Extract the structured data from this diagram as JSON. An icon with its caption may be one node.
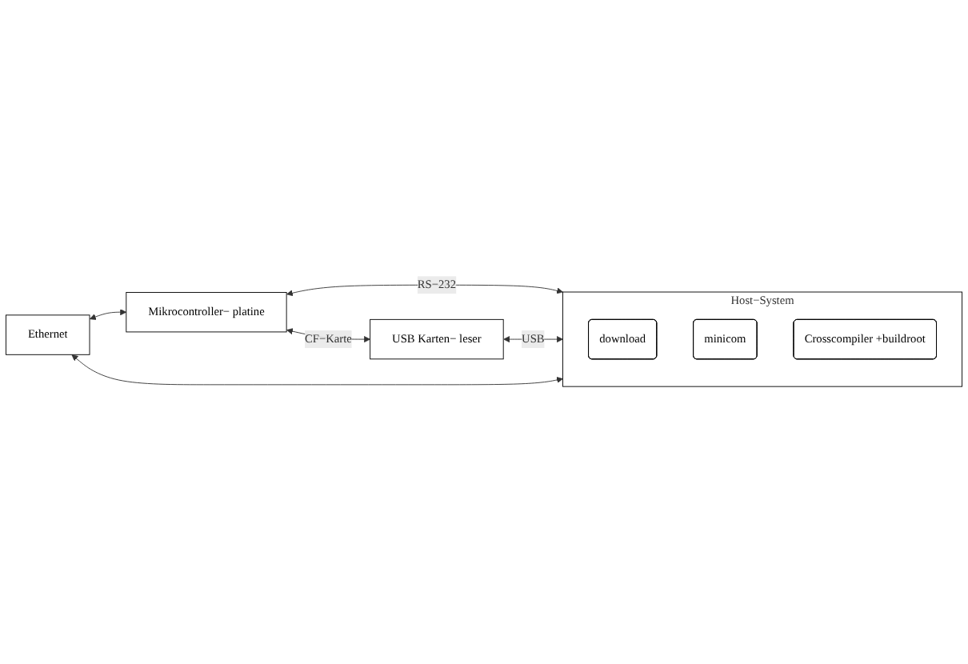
{
  "diagram": {
    "nodes": [
      {
        "text": [
          "Ethernet"
        ]
      },
      {
        "text": [
          "Mikrocontroller− platine"
        ]
      },
      {
        "text": [
          "USB Karten− leser"
        ]
      },
      {
        "text": [
          "Host−System"
        ]
      },
      {
        "text": [
          "download"
        ],
        "in": 3
      },
      {
        "text": [
          "minicom"
        ],
        "in": 3
      },
      {
        "text": [
          "Crosscompiler +buildroot"
        ],
        "in": 3
      }
    ],
    "edges": [
      {
        "from": 0,
        "to": 1,
        "arrow": "both"
      },
      {
        "from": 1,
        "to": 2,
        "arrow": "both",
        "label": "CF−Karte"
      },
      {
        "from": 1,
        "to": 3,
        "arrow": "both",
        "label": "RS−232"
      },
      {
        "from": 2,
        "to": 3,
        "arrow": "both",
        "label": "USB"
      },
      {
        "from": 0,
        "to": 3,
        "arrow": "both"
      }
    ]
  }
}
